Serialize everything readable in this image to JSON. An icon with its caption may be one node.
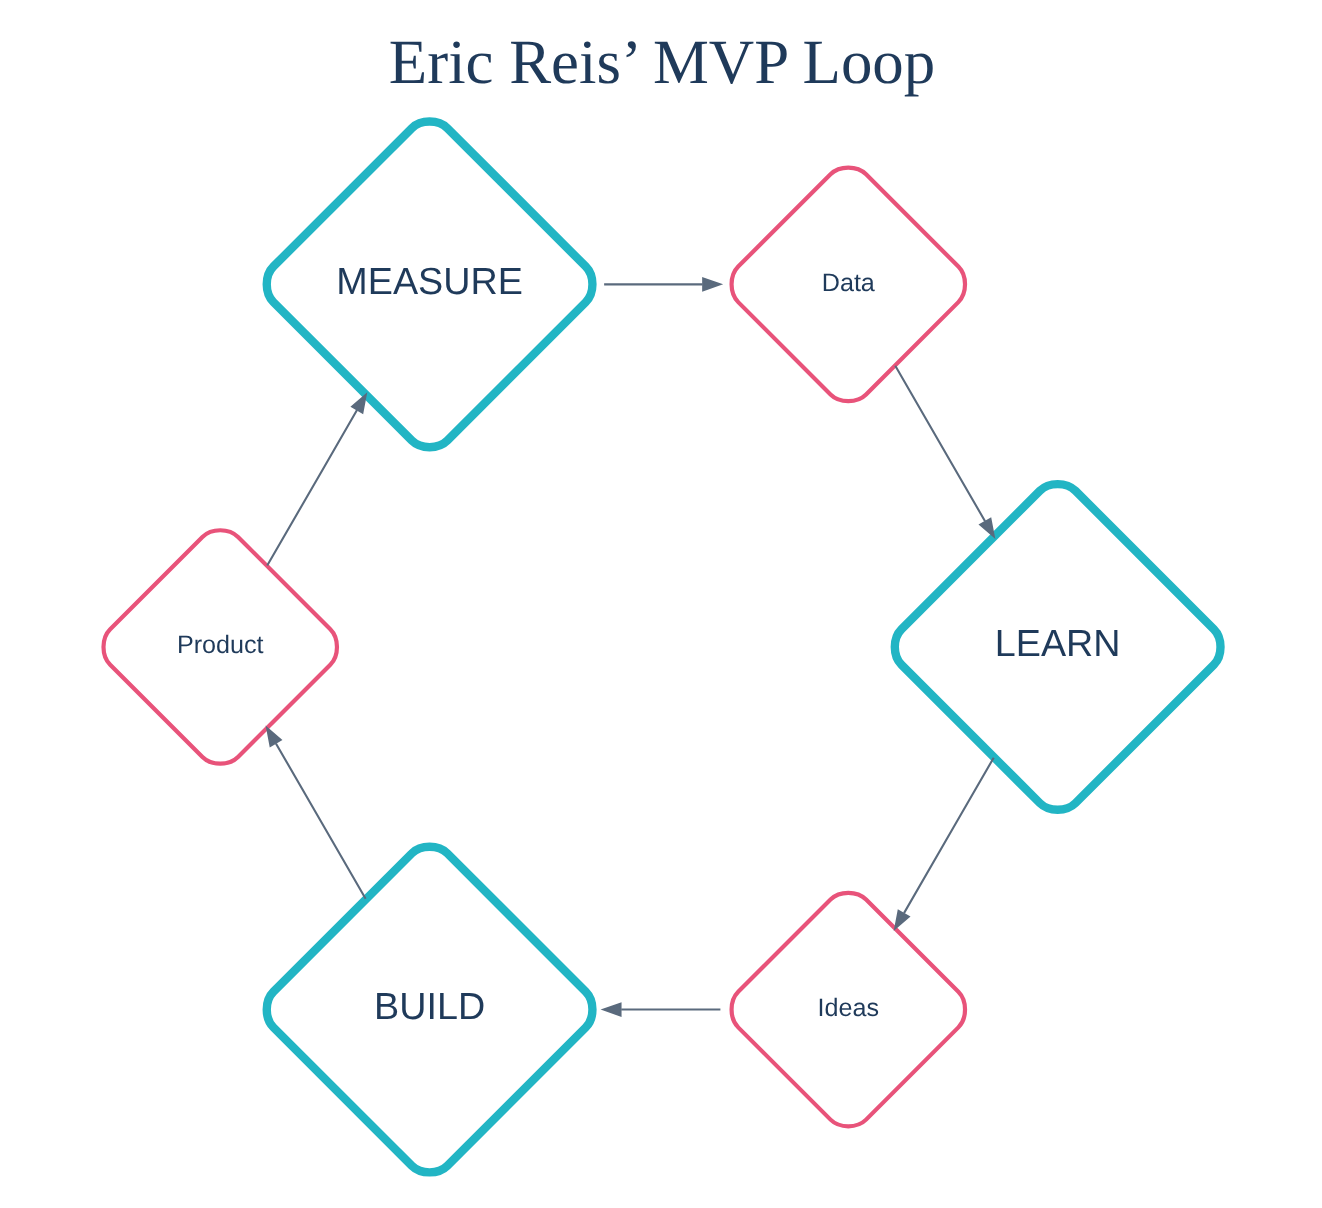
{
  "diagram": {
    "title": "Eric Reis’ MVP Loop",
    "nodes": [
      {
        "text": [
          "Ideas"
        ]
      },
      {
        "text": [
          "BUILD"
        ]
      },
      {
        "text": [
          "Product"
        ]
      },
      {
        "text": [
          "MEASURE"
        ]
      },
      {
        "text": [
          "Data"
        ]
      },
      {
        "text": [
          "LEARN"
        ]
      }
    ],
    "edges": [
      {
        "from": 5,
        "to": 0,
        "arrow": "to"
      },
      {
        "from": 0,
        "to": 1,
        "arrow": "to"
      },
      {
        "from": 1,
        "to": 2,
        "arrow": "to"
      },
      {
        "from": 2,
        "to": 3,
        "arrow": "to"
      },
      {
        "from": 3,
        "to": 4,
        "arrow": "to"
      },
      {
        "from": 4,
        "to": 5,
        "arrow": "to"
      }
    ]
  }
}
